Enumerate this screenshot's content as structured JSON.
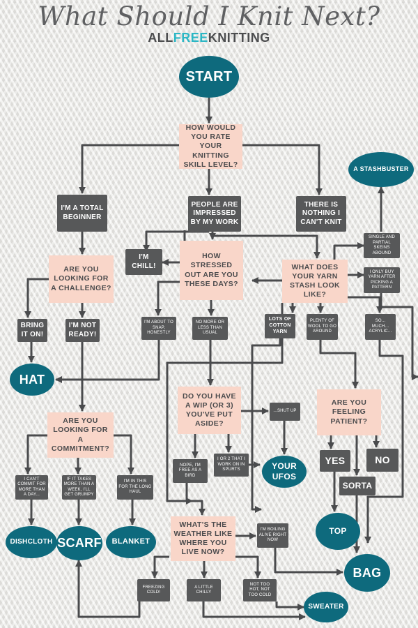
{
  "title": "What Should I Knit Next?",
  "brand": {
    "part1": "ALL",
    "part2": "FREE",
    "part3": "KNITTING"
  },
  "colors": {
    "question": "#f9d6c9",
    "answer": "#575859",
    "outcome": "#0e6a7d",
    "line": "#4a4b4d",
    "brand_accent": "#2cb7c5",
    "background": "#ecebe8"
  },
  "nodes": {
    "start": "START",
    "q_skill": "HOW WOULD YOU RATE YOUR KNITTING SKILL LEVEL?",
    "a_beginner": "I'M A TOTAL BEGINNER",
    "a_impressed": "PEOPLE ARE IMPRESSED BY MY WORK",
    "a_nothing": "THERE IS NOTHING I CAN'T KNIT",
    "o_stashbuster": "A STASHBUSTER",
    "q_challenge": "ARE YOU LOOKING FOR A CHALLENGE?",
    "a_chill": "I'M CHILL!",
    "q_stressed": "HOW STRESSED OUT ARE YOU THESE DAYS?",
    "q_stash": "WHAT DOES YOUR YARN STASH LOOK LIKE?",
    "a_single": "SINGLE AND PARTIAL SKEINS ABOUND",
    "a_onlybuy": "I ONLY BUY YARN AFTER PICKING A PATTERN",
    "a_bring": "BRING IT ON!",
    "a_notready": "I'M NOT READY!",
    "a_snap": "I'M ABOUT TO SNAP, HONESTLY",
    "a_nomore": "NO MORE OR LESS THAN USUAL",
    "a_cotton": "LOTS OF COTTON YARN",
    "a_wool": "PLENTY OF WOOL TO GO AROUND",
    "a_acrylic": "SO... MUCH... ACRYLIC...",
    "o_hat": "HAT",
    "q_wip": "DO YOU HAVE A WIP (OR 3) YOU'VE PUT ASIDE?",
    "a_shutup": "...SHUT UP",
    "q_patient": "ARE YOU FEELING PATIENT?",
    "q_commit": "ARE YOU LOOKING FOR A COMMITMENT?",
    "a_nope": "NOPE, I'M FREE AS A BIRD",
    "a_spurts": "I OR 2 THAT I WORK ON IN SPURTS",
    "o_ufos": "YOUR UFOS",
    "a_yes": "YES",
    "a_no": "NO",
    "a_sorta": "SORTA",
    "a_cant": "I CAN'T COMMIT FOR MORE THAN A DAY...",
    "a_week": "IF IT TAKES MORE THAN A WEEK, I'LL GET GRUMPY",
    "a_long": "I'M IN THIS FOR THE LONG HAUL",
    "q_weather": "WHAT'S THE WEATHER LIKE WHERE YOU LIVE NOW?",
    "a_boiling": "I'M BOILING ALIVE RIGHT NOW",
    "o_top": "TOP",
    "o_dishcloth": "DISHCLOTH",
    "o_scarf": "SCARF",
    "o_blanket": "BLANKET",
    "o_bag": "BAG",
    "a_freezing": "FREEZING COLD!",
    "a_chilly": "A LITTLE CHILLY",
    "a_nottoo": "NOT TOO HOT, NOT TOO COLD",
    "o_sweater": "SWEATER"
  }
}
